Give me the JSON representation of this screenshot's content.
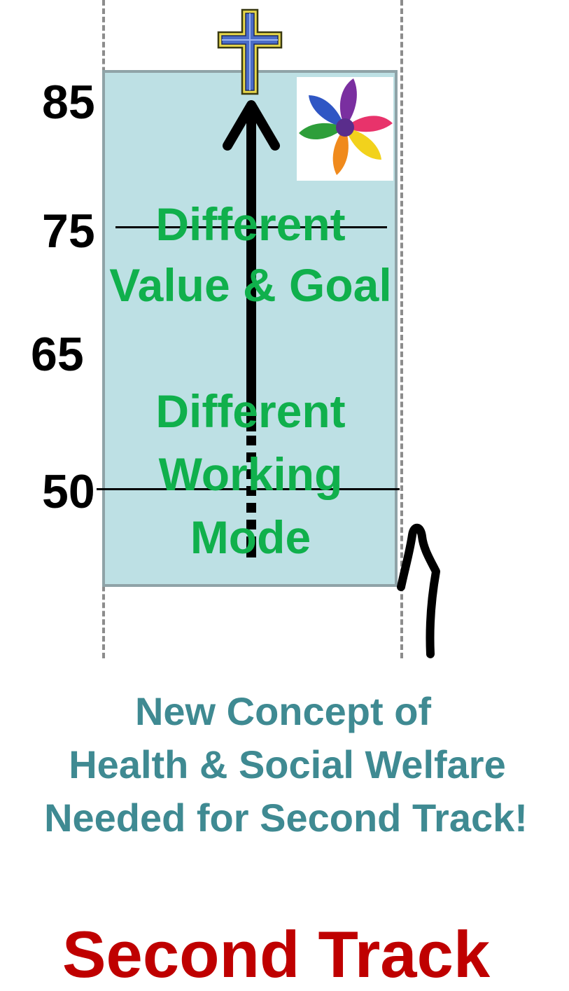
{
  "age_labels": [
    "85",
    "75",
    "65",
    "50"
  ],
  "box": {
    "value_goal_line1": "Different",
    "value_goal_line2": "Value & Goal",
    "working_line1": "Different",
    "working_line2": "Working",
    "working_line3": "Mode"
  },
  "caption": {
    "line1": "New Concept of",
    "line2": "Health & Social Welfare",
    "line3": "Needed for Second Track!"
  },
  "title": "Second Track",
  "colors": {
    "box_fill": "#bde0e4",
    "green_text": "#10b04c",
    "teal_text": "#3f8a92",
    "title_red": "#bf0000"
  },
  "icons": [
    "cross-icon",
    "pinwheel-icon",
    "walking-cane-icon",
    "up-arrow-icon"
  ]
}
